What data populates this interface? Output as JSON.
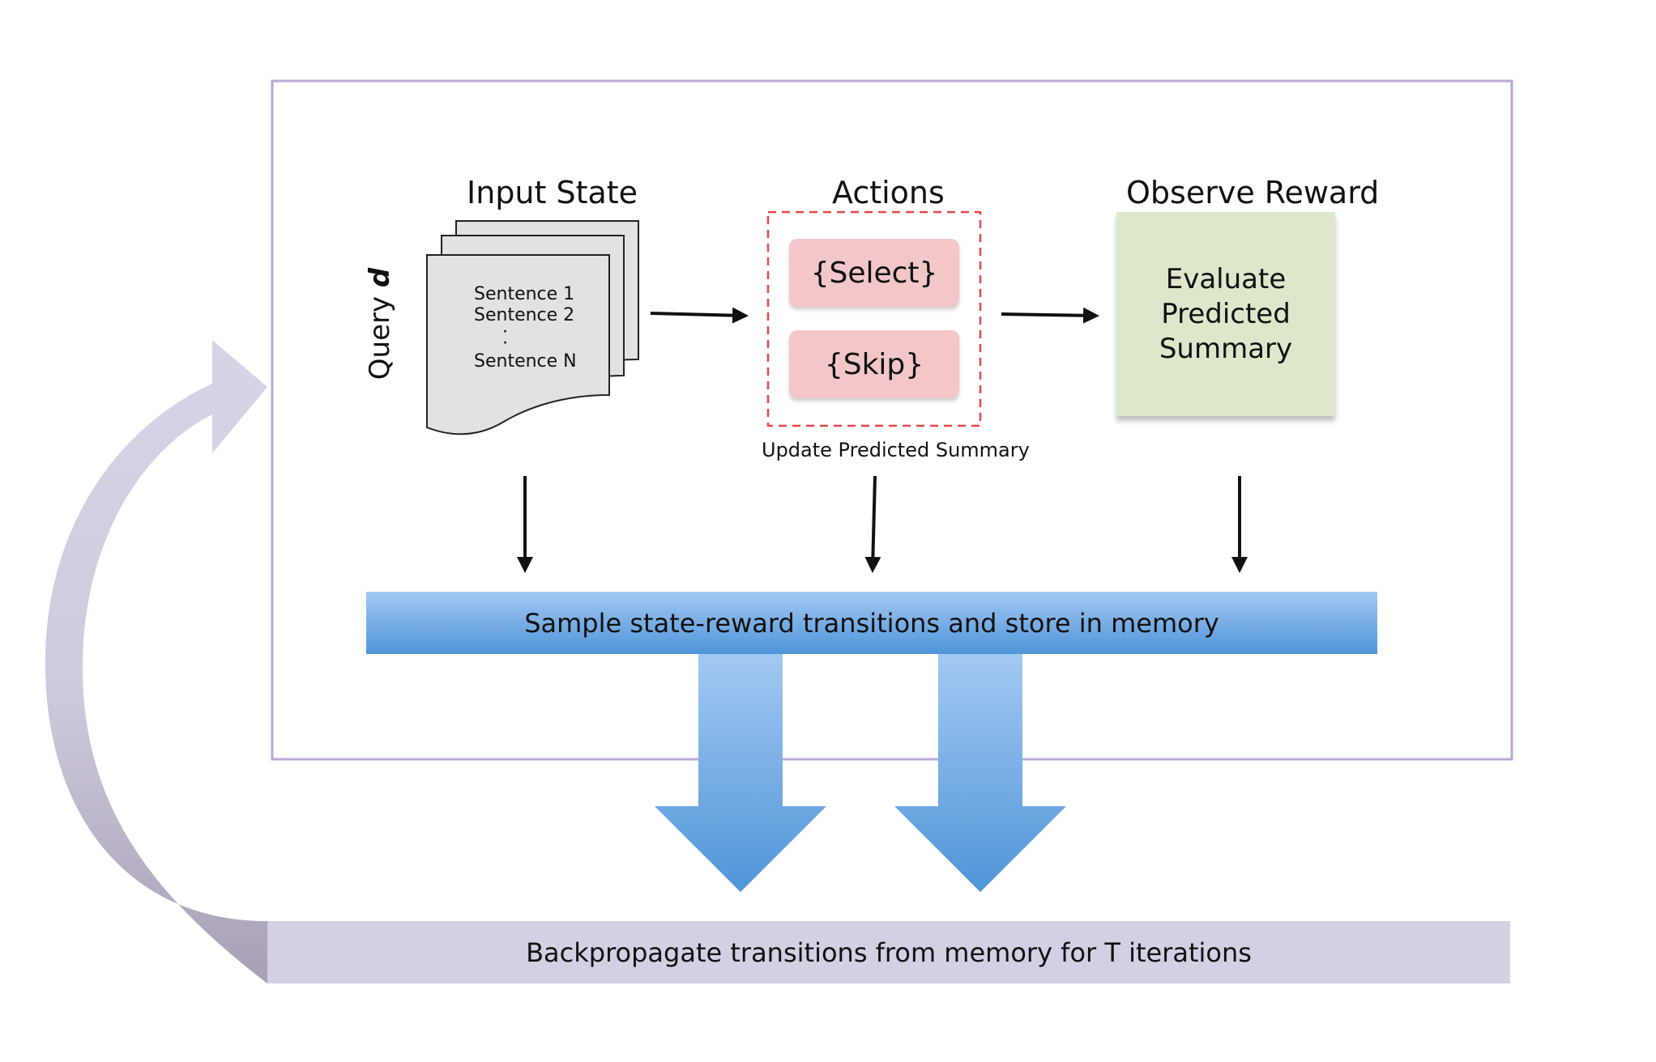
{
  "diagram": {
    "input_state": {
      "heading": "Input State",
      "query_label_prefix": "Query ",
      "query_label_var": "d",
      "sentences": [
        "Sentence 1",
        "Sentence 2",
        "Sentence N"
      ],
      "ellipsis": "·\n·"
    },
    "actions": {
      "heading": "Actions",
      "select_label": "{Select}",
      "skip_label": "{Skip}",
      "caption": "Update Predicted Summary"
    },
    "reward": {
      "heading": "Observe Reward",
      "box_text": "Evaluate\nPredicted\nSummary"
    },
    "memory_band_label": "Sample state-reward transitions and store in memory",
    "backprop_band_label": "Backpropagate transitions from memory for T iterations",
    "colors": {
      "frame_border": "#b9a9d4",
      "action_fill": "#f3c7c9",
      "action_dashed_border": "#e8474a",
      "reward_fill": "#dde8cb",
      "blue_light": "#a3c8f3",
      "blue_dark": "#4f95d8",
      "lavender": "#d5cfe3",
      "lavender_dark": "#a9a2b8"
    },
    "icons": [
      "document-stack-icon",
      "right-arrow-icon",
      "down-arrow-icon",
      "block-down-arrow-icon",
      "loop-back-arrow-icon"
    ]
  }
}
